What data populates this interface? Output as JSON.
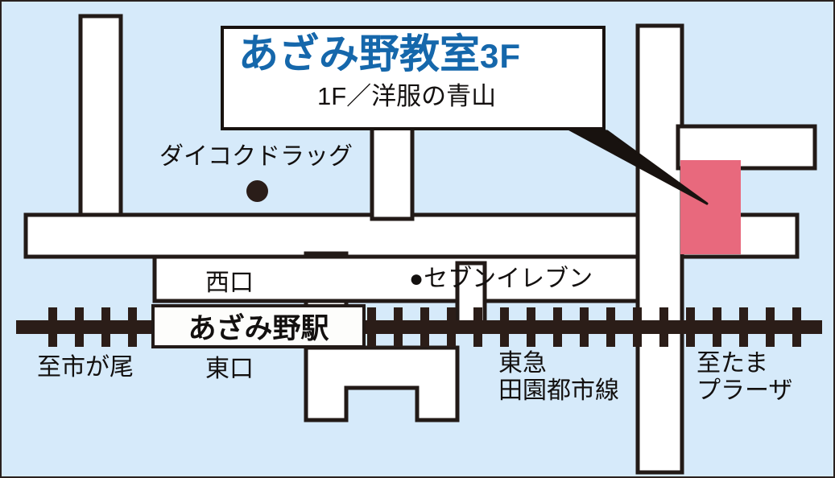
{
  "map": {
    "kind": "access-map",
    "background_color": "#d6eafa",
    "road_fill": "#ffffff",
    "road_stroke": "#221a17",
    "rail_color": "#2b1d18",
    "accent_blue": "#1567ab",
    "building_highlight_color": "#e8697d",
    "callout": {
      "title_main": "あざみ野教室",
      "title_floor": "3F",
      "subtitle": "1F／洋服の青山"
    },
    "station": {
      "name": "あざみ野駅",
      "west_exit": "西口",
      "east_exit": "東口"
    },
    "pois": [
      {
        "name": "ダイコクドラッグ",
        "marker": "filled-circle-dot"
      },
      {
        "name": "●セブンイレブン",
        "marker": "filled-circle-dot"
      }
    ],
    "labels": {
      "daikoku": "ダイコクドラッグ",
      "seven_eleven": "●セブンイレブン",
      "to_ichigao": "至市が尾",
      "rail_line": "東急\n田園都市線",
      "to_tama_plaza": "至たま\nプラーザ"
    },
    "icons": {
      "callout_pointer": "arrow-pointer-icon",
      "railway": "railway-track-icon",
      "poi_marker": "map-pin-dot-icon"
    }
  }
}
